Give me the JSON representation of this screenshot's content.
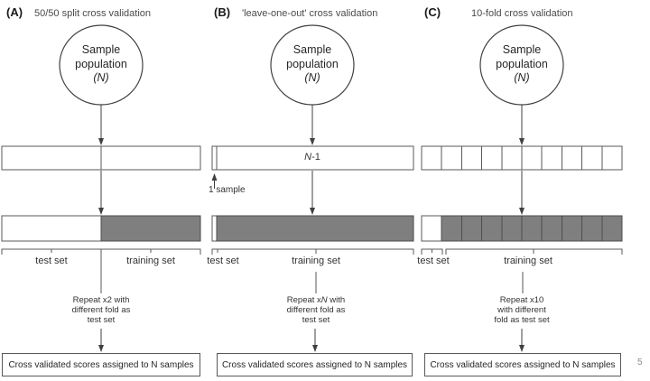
{
  "colors": {
    "training_fill": "#7f7f7f",
    "training_stroke": "#4d4d4d",
    "box_outline": "#595959",
    "line": "#404040",
    "title_text": "#4a4a4a",
    "page_number_text": "#8c8c8c"
  },
  "page_number": "5",
  "panels": [
    {
      "letter": "(A)",
      "title": "50/50 split cross validation",
      "population": {
        "line1": "Sample",
        "line2": "population",
        "line3": "(N)"
      },
      "test_set_label": "test set",
      "training_set_label": "training set",
      "repeat_note": {
        "line1": "Repeat x2 with",
        "line2": "different fold as",
        "line3": "test set"
      },
      "result_box": "Cross validated scores assigned to N samples"
    },
    {
      "letter": "(B)",
      "title": "'leave-one-out' cross validation",
      "population": {
        "line1": "Sample",
        "line2": "population",
        "line3": "(N)"
      },
      "first_row_label": {
        "italic": "N",
        "suffix": "-1"
      },
      "one_sample_label": "1 sample",
      "test_set_label": "test set",
      "training_set_label": "training set",
      "repeat_note": {
        "prefix": "Repeat x",
        "italic": "N",
        "suffix": " with",
        "line2": "different fold as",
        "line3": "test set"
      },
      "result_box": "Cross validated scores assigned to N samples"
    },
    {
      "letter": "(C)",
      "title": "10-fold cross validation",
      "population": {
        "line1": "Sample",
        "line2": "population",
        "line3": "(N)"
      },
      "test_set_label": "test set",
      "training_set_label": "training set",
      "repeat_note": {
        "line1": "Repeat x10",
        "line2": "with different",
        "line3": "fold as test set"
      },
      "result_box": "Cross validated scores assigned to N samples"
    }
  ]
}
